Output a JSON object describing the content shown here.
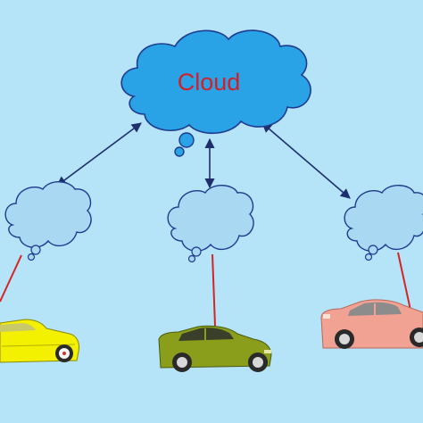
{
  "diagram": {
    "cloud_label": "Cloud",
    "colors": {
      "background": "#b5e3f7",
      "cloud_fill": "#a8d8f2",
      "main_cloud_fill": "#29a2e6",
      "cloud_outline": "#1f3b8f",
      "cloud_label": "#d0202a",
      "arrow": "#1f2f6e",
      "link_line": "#d32525",
      "car_yellow": "#f3f000",
      "car_green": "#8a9e1c",
      "car_pink": "#f2a292"
    },
    "nodes": [
      {
        "name": "main-cloud",
        "type": "cloud"
      },
      {
        "name": "fog-cloud-left",
        "type": "cloud"
      },
      {
        "name": "fog-cloud-center",
        "type": "cloud"
      },
      {
        "name": "fog-cloud-right",
        "type": "cloud"
      },
      {
        "name": "car-yellow",
        "type": "car"
      },
      {
        "name": "car-green",
        "type": "car"
      },
      {
        "name": "car-pink",
        "type": "car"
      }
    ]
  }
}
